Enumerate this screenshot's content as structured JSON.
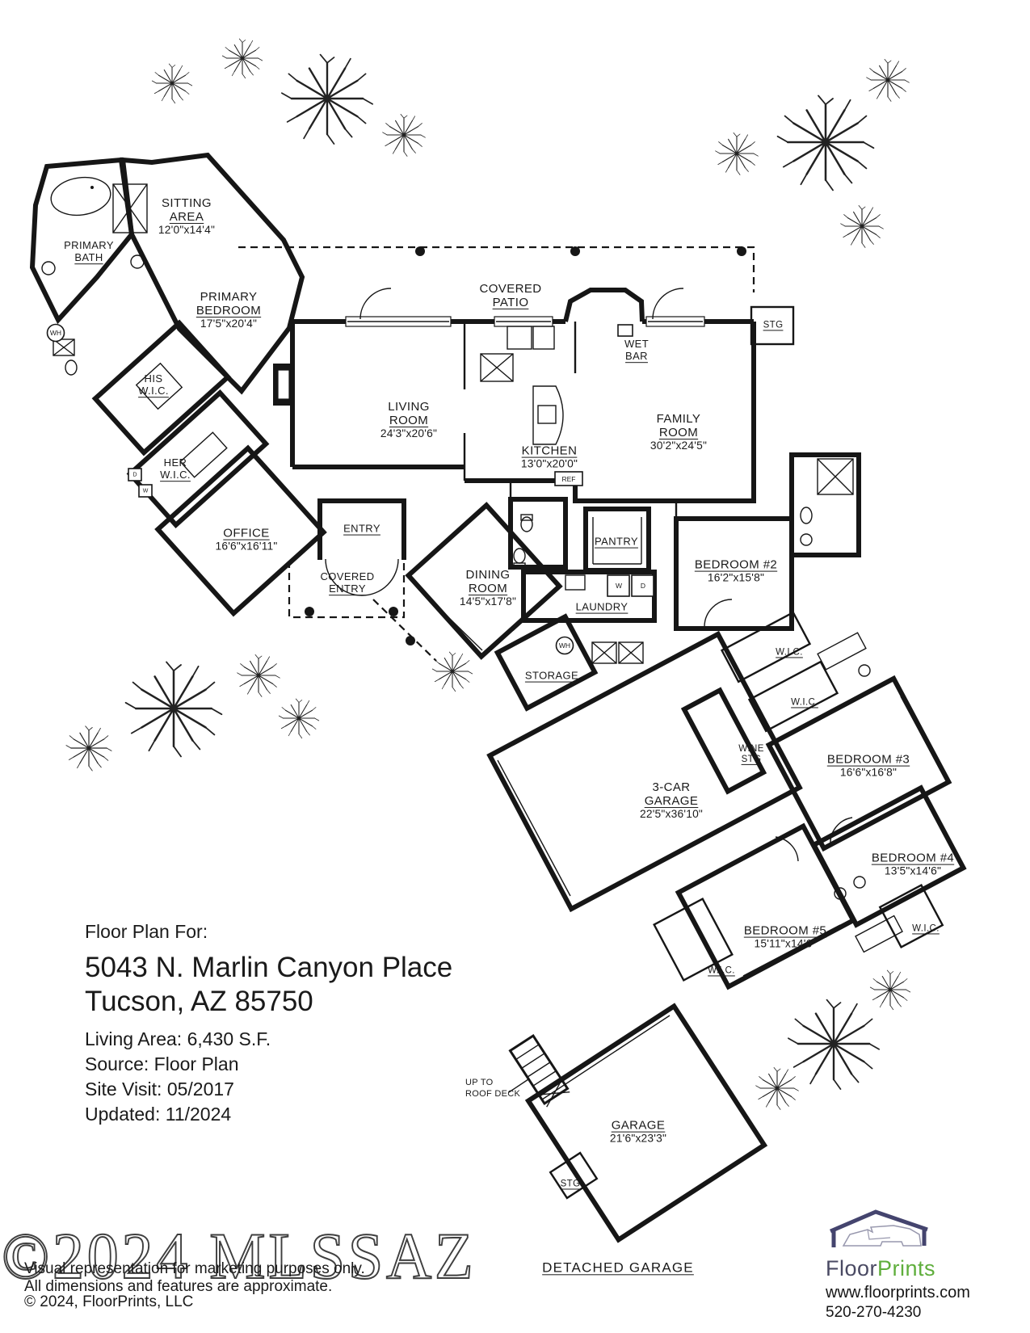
{
  "title_block": {
    "heading": "Floor Plan For:",
    "address_line1": "5043 N. Marlin Canyon Place",
    "address_line2": "Tucson, AZ  85750",
    "living_area": "Living Area:  6,430 S.F.",
    "source": "Source:  Floor Plan",
    "site_visit": "Site Visit:  05/2017",
    "updated": "Updated:  11/2024"
  },
  "rooms": [
    {
      "line1": "SITTING",
      "line2": "AREA",
      "dims": "12'0\"x14'4\""
    },
    {
      "line1": "PRIMARY",
      "line2": "BEDROOM",
      "dims": "17'5\"x20'4\""
    },
    {
      "line1": "PRIMARY",
      "line2": "BATH",
      "dims": ""
    },
    {
      "line1": "HIS",
      "line2": "W.I.C.",
      "dims": ""
    },
    {
      "line1": "HER",
      "line2": "W.I.C.",
      "dims": ""
    },
    {
      "line1": "",
      "line2": "OFFICE",
      "dims": "16'6\"x16'11\""
    },
    {
      "line1": "",
      "line2": "ENTRY",
      "dims": ""
    },
    {
      "line1": "COVERED",
      "line2": "ENTRY",
      "dims": ""
    },
    {
      "line1": "LIVING",
      "line2": "ROOM",
      "dims": "24'3\"x20'6\""
    },
    {
      "line1": "COVERED",
      "line2": "PATIO",
      "dims": ""
    },
    {
      "line1": "",
      "line2": "KITCHEN",
      "dims": "13'0\"x20'0\""
    },
    {
      "line1": "WET",
      "line2": "BAR",
      "dims": ""
    },
    {
      "line1": "FAMILY",
      "line2": "ROOM",
      "dims": "30'2\"x24'5\""
    },
    {
      "line1": "",
      "line2": "STG",
      "dims": ""
    },
    {
      "line1": "DINING",
      "line2": "ROOM",
      "dims": "14'5\"x17'8\""
    },
    {
      "line1": "",
      "line2": "PANTRY",
      "dims": ""
    },
    {
      "line1": "",
      "line2": "LAUNDRY",
      "dims": ""
    },
    {
      "line1": "",
      "line2": "STORAGE",
      "dims": ""
    },
    {
      "line1": "",
      "line2": "BEDROOM #2",
      "dims": "16'2\"x15'8\""
    },
    {
      "line1": "",
      "line2": "W.I.C.",
      "dims": ""
    },
    {
      "line1": "",
      "line2": "W.I.C.",
      "dims": ""
    },
    {
      "line1": "WINE",
      "line2": "STG",
      "dims": ""
    },
    {
      "line1": "",
      "line2": "BEDROOM #3",
      "dims": "16'6\"x16'8\""
    },
    {
      "line1": "",
      "line2": "BEDROOM #4",
      "dims": "13'5\"x14'6\""
    },
    {
      "line1": "",
      "line2": "BEDROOM #5",
      "dims": "15'11\"x14'6\""
    },
    {
      "line1": "",
      "line2": "W.I.C.",
      "dims": ""
    },
    {
      "line1": "",
      "line2": "W.I.C.",
      "dims": ""
    },
    {
      "line1": "3-CAR",
      "line2": "GARAGE",
      "dims": "22'5\"x36'10\""
    },
    {
      "line1": "",
      "line2": "GARAGE",
      "dims": "21'6\"x23'3\""
    },
    {
      "line1": "",
      "line2": "STG",
      "dims": ""
    },
    {
      "line1": "",
      "line2": "DETACHED GARAGE",
      "dims": ""
    }
  ],
  "annotations": {
    "roof_deck_line1": "UP TO",
    "roof_deck_line2": "ROOF DECK"
  },
  "small_labels": {
    "water_heater": "WH",
    "washer": "W",
    "dryer": "D",
    "refrigerator": "REF"
  },
  "watermark": "©2024 MLSSAZ",
  "footer": {
    "disclaimer_line1": "Visual representation for marketing purposes only.",
    "disclaimer_line2": "All dimensions and features are approximate.",
    "copyright": "© 2024, FloorPrints, LLC"
  },
  "branding": {
    "name_part1": "Floor",
    "name_part2": "Prints",
    "website": "www.floorprints.com",
    "phone": "520-270-4230",
    "colors": {
      "navy": "#44446e",
      "green": "#5fae3c",
      "ink": "#161616"
    }
  }
}
